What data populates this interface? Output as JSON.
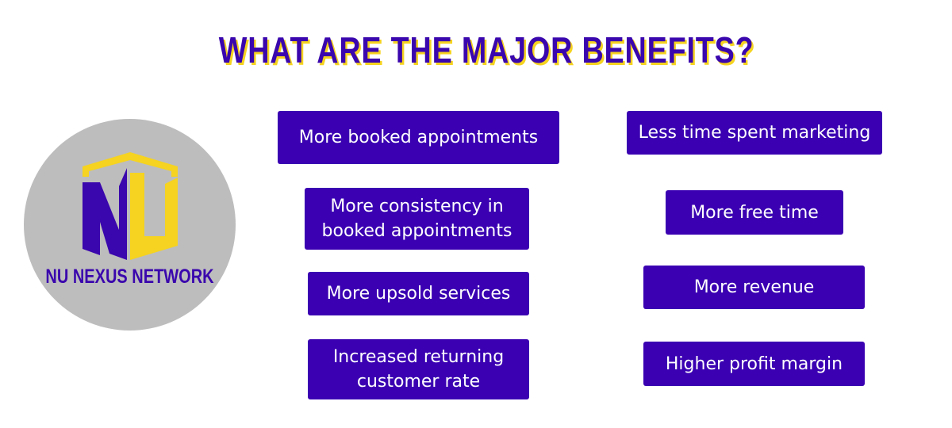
{
  "title": "WHAT ARE THE MAJOR BENEFITS?",
  "logo": {
    "text": "NU NEXUS NETWORK"
  },
  "benefits_left": [
    "More booked appointments",
    "More consistency in booked appointments",
    "More upsold services",
    "Increased returning customer rate"
  ],
  "benefits_right": [
    "Less time spent marketing",
    "More free time",
    "More revenue",
    "Higher profit margin"
  ],
  "colors": {
    "purple": "#3a00b2",
    "yellow": "#f5d320",
    "gray": "#bdbdbd"
  }
}
